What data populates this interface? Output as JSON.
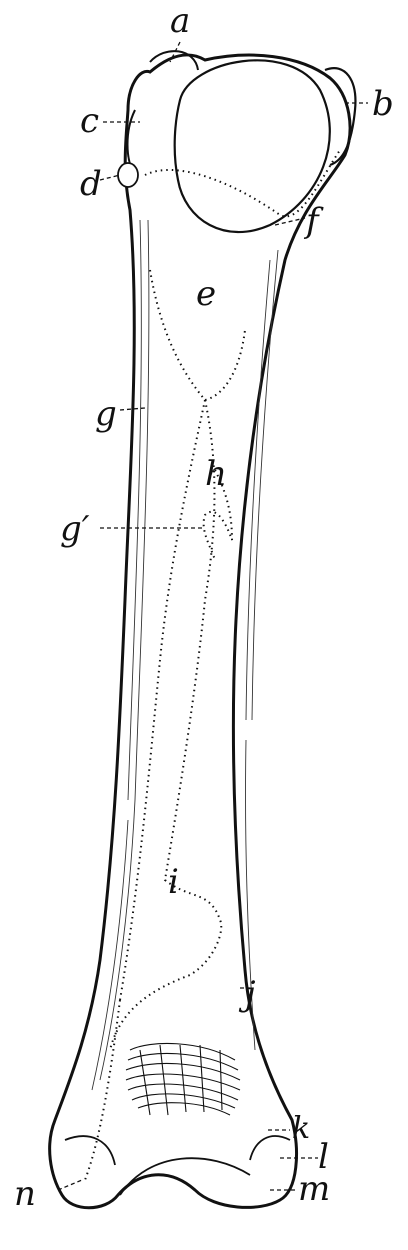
{
  "colors": {
    "ink": "#111111",
    "paper": "#ffffff"
  },
  "labels": {
    "a": "a",
    "b": "b",
    "c": "c",
    "d": "d",
    "e": "e",
    "f": "f",
    "g": "g",
    "g_prime": "g′",
    "h": "h",
    "i": "i",
    "j": "j",
    "k": "k",
    "l": "l",
    "m": "m",
    "n": "n"
  }
}
